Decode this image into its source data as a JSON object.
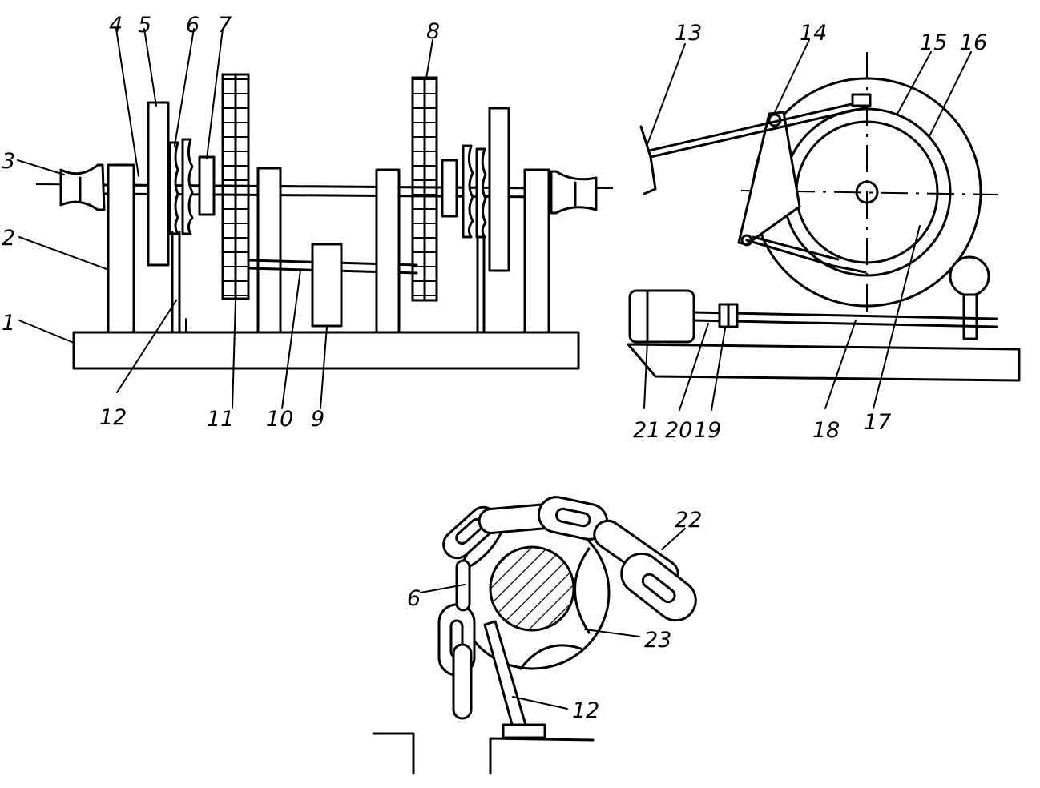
{
  "figure": {
    "front_view_labels": [
      "1",
      "2",
      "3",
      "4",
      "5",
      "6",
      "7",
      "8",
      "9",
      "10",
      "11",
      "12"
    ],
    "side_view_labels": [
      "13",
      "14",
      "15",
      "16",
      "17",
      "18",
      "19",
      "20",
      "21"
    ],
    "detail_view_labels": [
      "6",
      "12",
      "22",
      "23"
    ]
  }
}
